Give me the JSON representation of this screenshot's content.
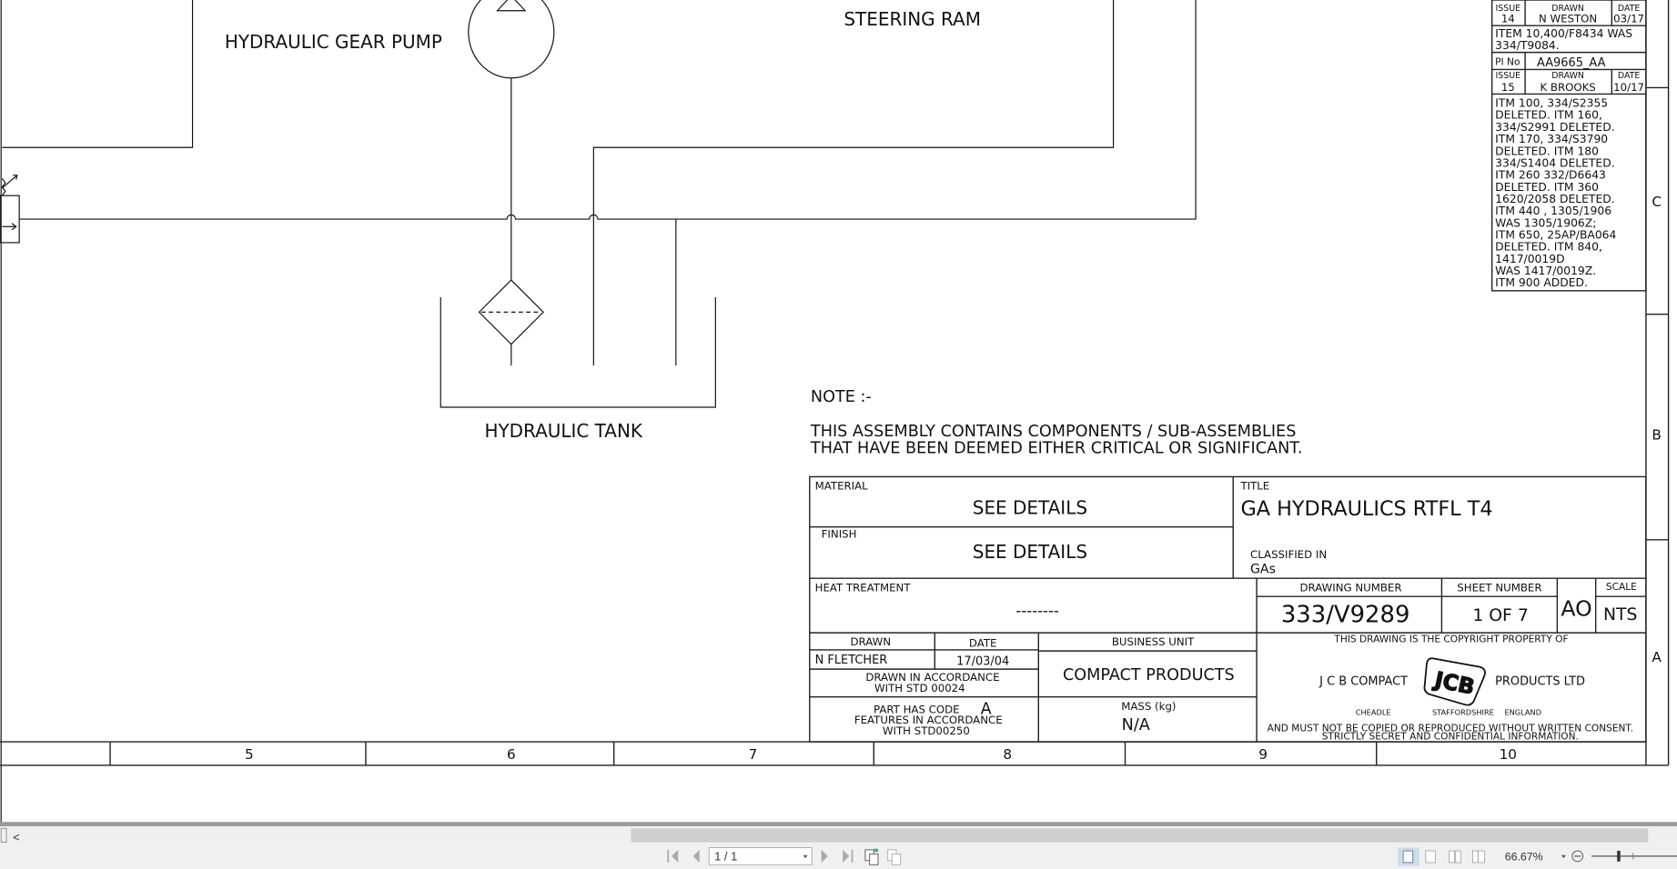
{
  "drawing": {
    "labels": {
      "pump": "HYDRAULIC GEAR PUMP",
      "steering": "STEERING RAM",
      "tank": "HYDRAULIC TANK"
    },
    "note": {
      "heading": "NOTE :-",
      "line1": "THIS ASSEMBLY CONTAINS COMPONENTS / SUB-ASSEMBLIES",
      "line2": "THAT HAVE BEEN DEEMED EITHER CRITICAL OR SIGNIFICANT."
    },
    "revisions": {
      "issue_label": "ISSUE",
      "drawn_label": "DRAWN",
      "date_label": "DATE",
      "rev14": {
        "issue": "14",
        "drawn": "N WESTON",
        "date": "03/17",
        "text": [
          "ITEM 10,400/F8434 WAS",
          "334/T9084."
        ]
      },
      "pi_label": "PI No",
      "pi_value": "AA9665_AA",
      "rev15": {
        "issue": "15",
        "drawn": "K BROOKS",
        "date": "10/17",
        "text": [
          "ITM 100, 334/S2355",
          "DELETED. ITM 160,",
          "334/S2991 DELETED.",
          "ITM 170, 334/S3790",
          "DELETED. ITM 180",
          "334/S1404 DELETED.",
          "ITM 260 332/D6643",
          "DELETED. ITM 360",
          "1620/2058 DELETED.",
          "ITM 440 , 1305/1906",
          "WAS 1305/1906Z;",
          "ITM 650, 25AP/BA064",
          "DELETED.  ITM 840,",
          "1417/0019D",
          "WAS 1417/0019Z.",
          "ITM 900 ADDED."
        ]
      }
    },
    "zones_row": [
      "5",
      "6",
      "7",
      "8",
      "9",
      "10"
    ],
    "zones_col": [
      "C",
      "B",
      "A"
    ],
    "title_block": {
      "material_label": "MATERIAL",
      "material_value": "SEE DETAILS",
      "finish_label": "FINISH",
      "finish_value": "SEE DETAILS",
      "title_label": "TITLE",
      "title_value": "GA HYDRAULICS RTFL T4",
      "classified_label": "CLASSIFIED IN",
      "classified_value": "GAs",
      "heat_label": "HEAT TREATMENT",
      "heat_value": "--------",
      "drawing_number_label": "DRAWING NUMBER",
      "drawing_number": "333/V9289",
      "sheet_label": "SHEET NUMBER",
      "sheet_value": "1 OF 7",
      "size": "AO",
      "scale_label": "SCALE",
      "scale_value": "NTS",
      "drawn_label": "DRAWN",
      "drawn_value": "N FLETCHER",
      "date_label": "DATE",
      "date_value": "17/03/04",
      "std_line1": "DRAWN IN ACCORDANCE",
      "std_line2": "WITH STD 00024",
      "code_line1": "PART HAS CODE",
      "code_letter": "A",
      "code_line2": "FEATURES IN ACCORDANCE",
      "code_line3": "WITH STD00250",
      "bu_label": "BUSINESS UNIT",
      "bu_value": "COMPACT PRODUCTS",
      "mass_label": "MASS (kg)",
      "mass_value": "N/A",
      "copyright_top": "THIS DRAWING IS THE COPYRIGHT PROPERTY OF",
      "company_left": "J C B COMPACT",
      "company_right": "PRODUCTS LTD",
      "logo_text": "JCB",
      "loc1": "CHEADLE",
      "loc2": "STAFFORDSHIRE",
      "loc3": "ENGLAND",
      "copyright_bottom1": "AND MUST NOT BE COPIED OR REPRODUCED WITHOUT WRITTEN CONSENT.",
      "copyright_bottom2": "STRICTLY SECRET AND CONFIDENTIAL INFORMATION."
    }
  },
  "viewer": {
    "scroll_left_icon": "chevron-left-icon",
    "page_field": "1 / 1",
    "zoom_value": "66.67%",
    "icons": [
      "first-page-icon",
      "previous-page-icon",
      "next-page-icon",
      "last-page-icon",
      "rotate-icon",
      "copy-icon",
      "single-page-icon",
      "continuous-icon",
      "facing-icon",
      "continuous-facing-icon",
      "zoom-out-icon"
    ]
  }
}
